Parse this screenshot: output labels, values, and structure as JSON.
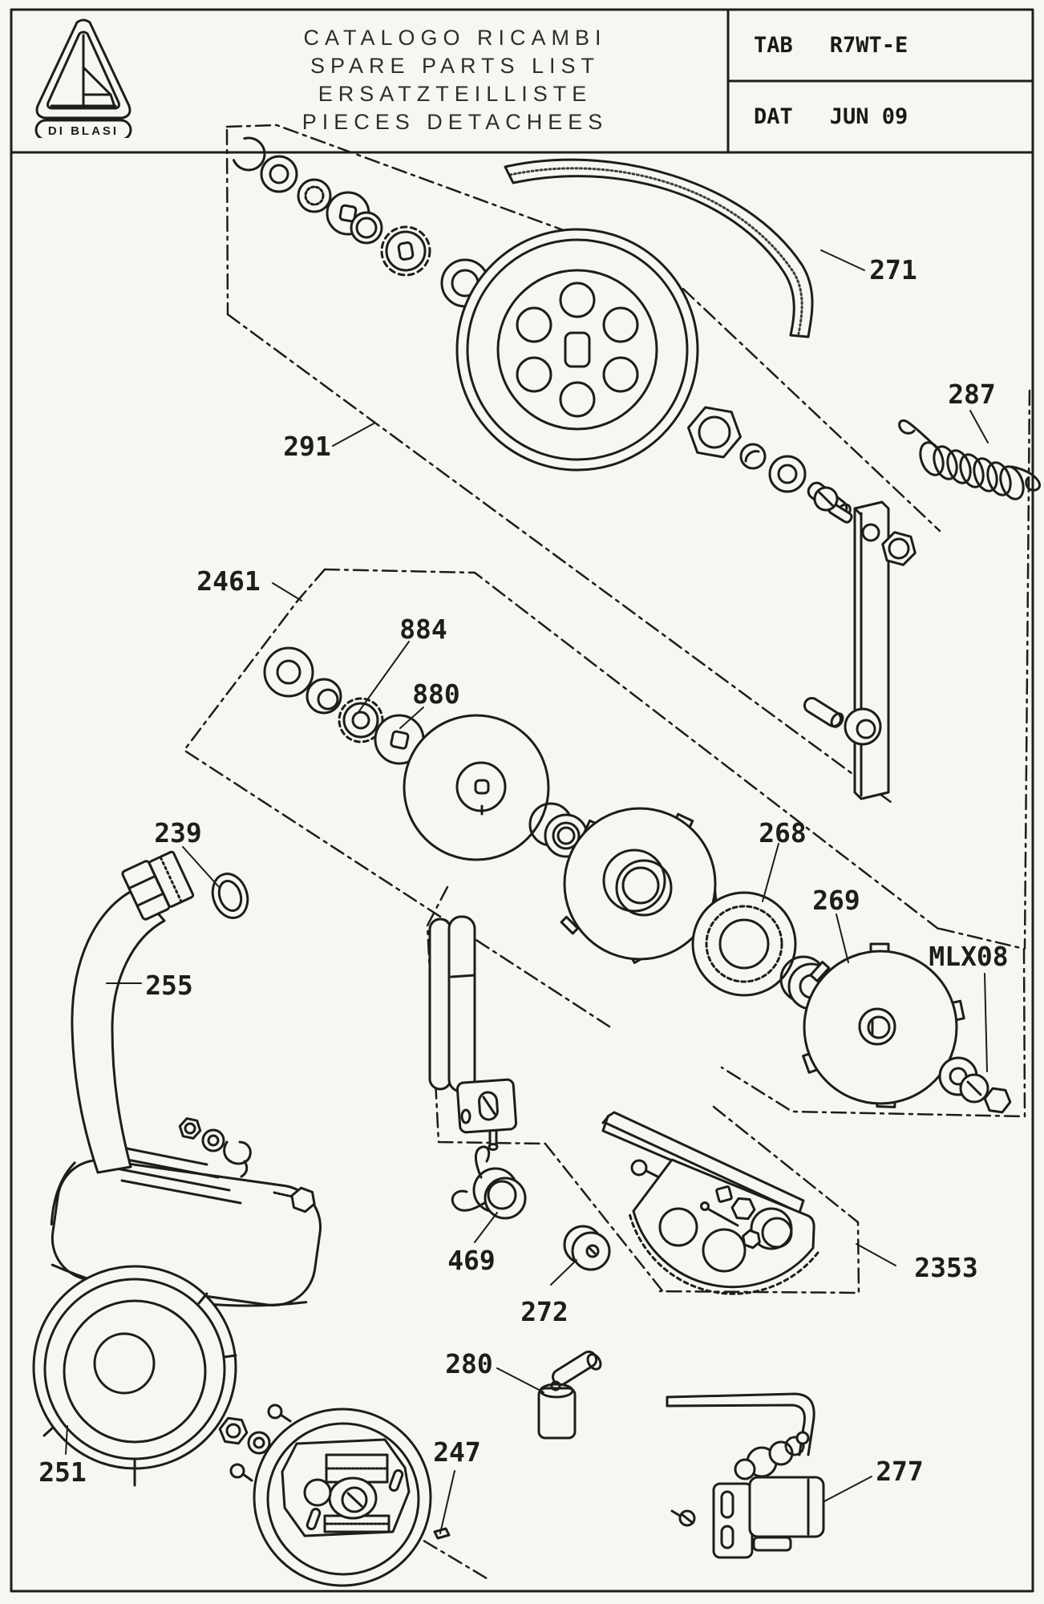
{
  "header": {
    "logo_text": "DI BLASI",
    "title_line1": "CATALOGO RICAMBI",
    "title_line2": "SPARE PARTS LIST",
    "title_line3": "ERSATZTEILLISTE",
    "title_line4": "PIECES DETACHEES",
    "tab_label": "TAB",
    "tab_value": "R7WT-E",
    "dat_label": "DAT",
    "dat_value": "JUN 09"
  },
  "diagram": {
    "labels": {
      "l271": "271",
      "l287": "287",
      "l291": "291",
      "l2461": "2461",
      "l884": "884",
      "l880": "880",
      "l239": "239",
      "l255": "255",
      "l268": "268",
      "l269": "269",
      "lmlx08": "MLX08",
      "l469": "469",
      "l272": "272",
      "l2353": "2353",
      "l280": "280",
      "l247": "247",
      "l251": "251",
      "l277": "277"
    }
  },
  "colors": {
    "ink": "#1d1d1b",
    "paper": "#f7f6f2"
  }
}
